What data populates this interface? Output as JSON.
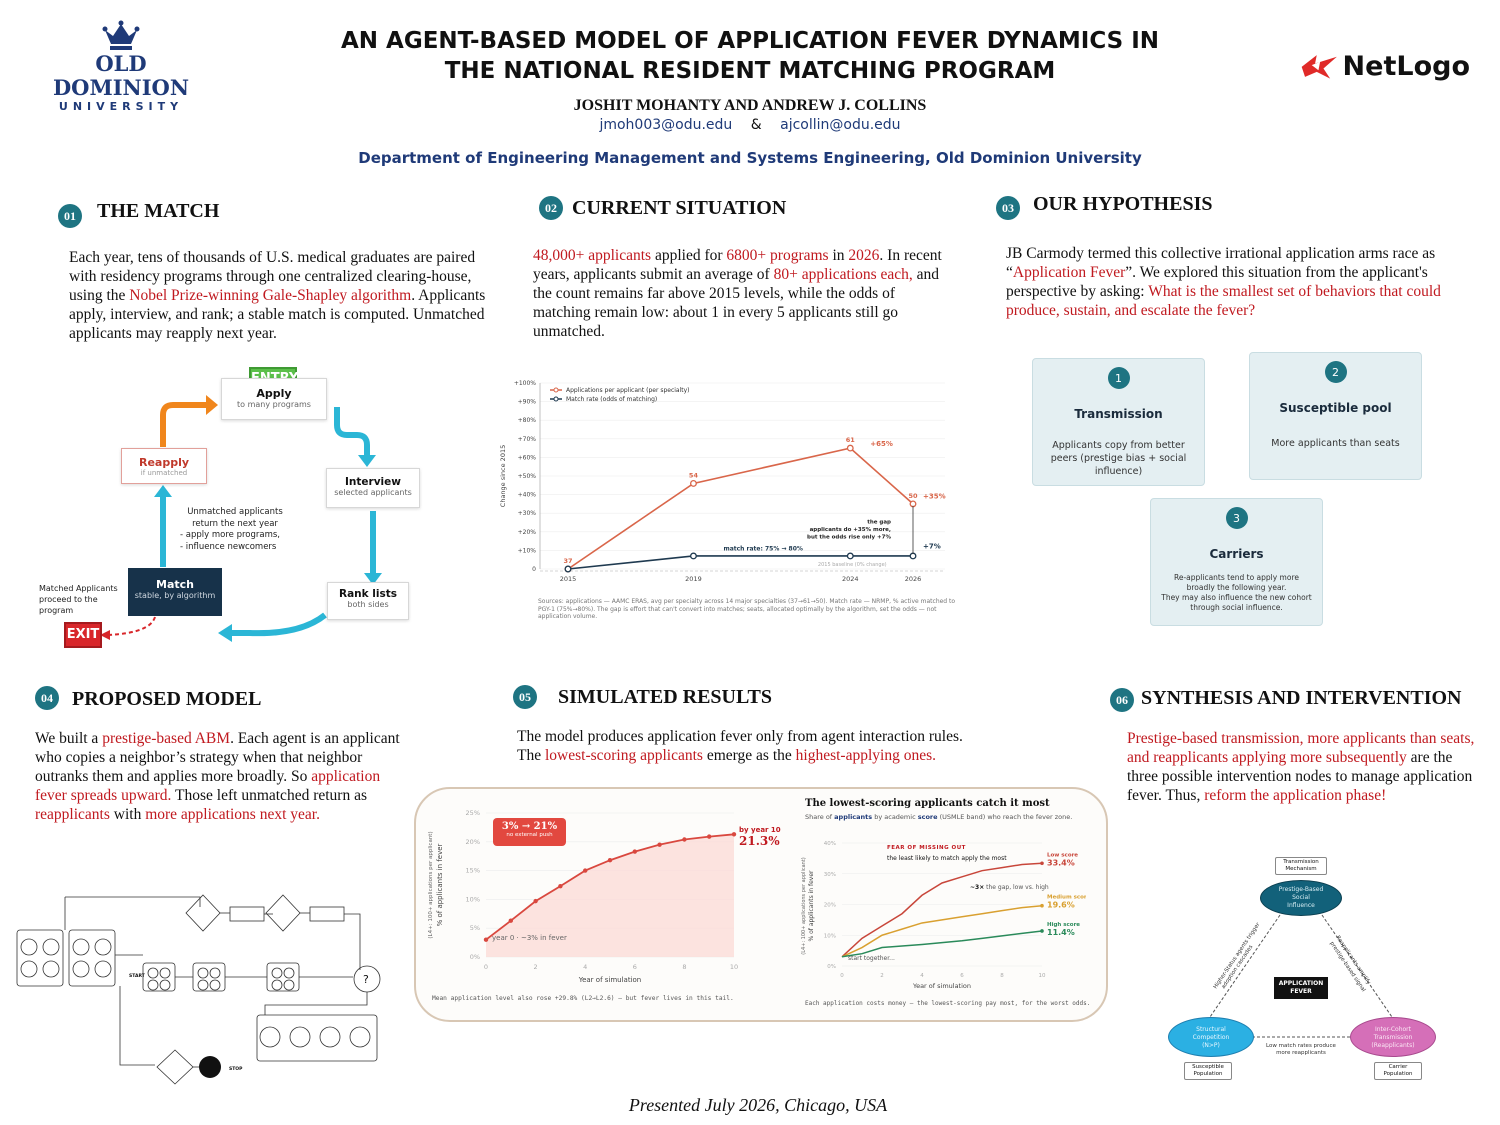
{
  "header": {
    "logo_text_1": "OLD DOMINION",
    "logo_text_2": "UNIVERSITY",
    "title_line1": "AN AGENT-BASED MODEL OF APPLICATION FEVER DYNAMICS IN",
    "title_line2": "THE NATIONAL RESIDENT MATCHING PROGRAM",
    "authors": "JOSHIT MOHANTY AND ANDREW J. COLLINS",
    "email1": "jmoh003@odu.edu",
    "amp": "&",
    "email2": "ajcollin@odu.edu",
    "department": "Department of Engineering Management and Systems Engineering, Old Dominion University",
    "netlogo": "NetLogo"
  },
  "s1": {
    "num": "01",
    "heading": "THE MATCH",
    "t1": "Each year, tens of thousands of U.S. medical graduates are paired with residency programs through one centralized clearing-house, using the ",
    "t2": "Nobel Prize-winning Gale-Shapley algorithm",
    "t3": ". Applicants apply, interview, and rank; a stable match is computed. Unmatched applicants may reapply next year.",
    "entry": "ENTRY",
    "apply": "Apply",
    "apply_sub": "to many programs",
    "interview": "Interview",
    "interview_sub": "selected applicants",
    "rank": "Rank lists",
    "rank_sub": "both sides",
    "match": "Match",
    "match_sub": "stable, by algorithm",
    "reapply": "Reapply",
    "reapply_sub": "if unmatched",
    "note1": "Unmatched applicants",
    "note2": "return the next year",
    "note3": "- apply more programs,",
    "note4": "- influence newcomers",
    "matched1": "Matched Applicants",
    "matched2": "proceed to the",
    "matched3": "program",
    "exit": "EXIT"
  },
  "s2": {
    "num": "02",
    "heading": "CURRENT SITUATION",
    "t1": "48,000+ applicants",
    "t2": " applied for ",
    "t3": "6800+ programs",
    "t4": " in ",
    "t5": "2026",
    "t6": ". In recent years, applicants submit an average of ",
    "t7": "80+ applications each,",
    "t8": " and the count remains far above 2015 levels, while the odds of matching remain low: about 1 in every 5 applicants still go unmatched.",
    "source": "Sources: applications — AAMC ERAS, avg per specialty across 14 major specialties (37→61→50). Match rate — NRMP, % active matched to PGY-1 (75%→80%). The gap is effort that can't convert into matches; seats, allocated optimally by the algorithm, set the odds — not application volume."
  },
  "s3": {
    "num": "03",
    "heading": "OUR HYPOTHESIS",
    "t1": "JB Carmody termed this collective irrational application arms race as “",
    "t2": "Application Fever",
    "t3": "”. We explored this situation from the applicant's perspective by asking: ",
    "t4": "What is the smallest set of behaviors that could produce, sustain, and escalate the fever?",
    "b1n": "1",
    "b1t": "Transmission",
    "b1d": "Applicants copy from better peers (prestige bias + social influence)",
    "b2n": "2",
    "b2t": "Susceptible pool",
    "b2d": "More applicants than seats",
    "b3n": "3",
    "b3t": "Carriers",
    "b3d1": "Re-applicants tend to apply more broadly the following year.",
    "b3d2": "They may also influence the new cohort through social influence."
  },
  "s4": {
    "num": "04",
    "heading": "PROPOSED MODEL",
    "t1": "We built a ",
    "t2": "prestige-based ABM",
    "t3": ". Each agent is an applicant who copies a neighbor’s strategy when that neighbor outranks them and applies more broadly. So ",
    "t4": "application fever spreads upward.",
    "t5": " Those left unmatched return as ",
    "t6": "reapplicants",
    "t7": " with ",
    "t8": "more applications next year.",
    "start": "START",
    "stop": "STOP",
    "q": "?"
  },
  "s5": {
    "num": "05",
    "heading": "SIMULATED RESULTS",
    "t1": "The model produces application fever only from agent interaction rules. The ",
    "t2": "lowest-scoring applicants",
    "t3": " emerge as the ",
    "t4": "highest-applying ones.",
    "badge": "3% → 21%",
    "badge_sub": "no external push",
    "end_label": "by year 10",
    "end_value": "21.3%",
    "start_label": "year 0 · ~3% in fever",
    "foot1": "Mean application level also rose +29.8% (L2→L2.6) — but fever lives in this tail.",
    "c2_title": "The lowest-scoring applicants catch it most",
    "c2_sub1": "Share of ",
    "c2_sub2": "applicants",
    "c2_sub3": " by academic ",
    "c2_sub4": "score",
    "c2_sub5": " (USMLE band) who reach the fever zone.",
    "fomo": "FEAR OF MISSING OUT",
    "fomo_sub": "the least likely to match apply the most",
    "gap": "~3×",
    "gap_sub": " the gap, low vs. high",
    "start_together": "start together...",
    "foot2": "Each application costs money — the lowest-scoring pay most, for the worst odds."
  },
  "s6": {
    "num": "06",
    "heading": "SYNTHESIS AND INTERVENTION",
    "t1": "Prestige-based transmission, more applicants than seats, and reapplicants applying more subsequently",
    "t2": " are the three possible intervention nodes to manage application fever. Thus, ",
    "t3": "reform the application phase!",
    "top_label1": "Transmission",
    "top_label2": "Mechanism",
    "top_node1": "Prestige-Based",
    "top_node2": "Social",
    "top_node3": "Influence",
    "center1": "APPLICATION",
    "center2": "FEVER",
    "left_node1": "Structural",
    "left_node2": "Competition",
    "left_node3": "(N>P)",
    "right_node1": "Inter-Cohort",
    "right_node2": "Transmission",
    "right_node3": "(Reapplicants)",
    "left_label1": "Susceptible",
    "left_label2": "Population",
    "right_label1": "Carrier",
    "right_label2": "Population",
    "edge_left1": "Higher-Status agents trigger",
    "edge_left2": "adoption cascades",
    "edge_right1": "Reapplicants amplify",
    "edge_right2": "prestige-based signal",
    "edge_bottom1": "Low match rates produce",
    "edge_bottom2": "more reapplicants"
  },
  "footer": "Presented July 2026, Chicago, USA",
  "chart_data": [
    {
      "type": "line",
      "x": [
        2015,
        2019,
        2024,
        2026
      ],
      "xlabel": "",
      "ylabel": "Change since 2015",
      "ylim": [
        0,
        100
      ],
      "yticks": [
        "0",
        "+10%",
        "+20%",
        "+30%",
        "+40%",
        "+50%",
        "+60%",
        "+70%",
        "+80%",
        "+90%",
        "+100%"
      ],
      "series": [
        {
          "name": "Applications per applicant (per specialty)",
          "values": [
            0,
            46,
            65,
            35
          ],
          "labels": [
            "37",
            "54",
            "61",
            "50"
          ],
          "color": "#d9664a"
        },
        {
          "name": "Match rate (odds of matching)",
          "values": [
            0,
            7,
            7,
            7
          ],
          "color": "#1f3a50"
        }
      ],
      "annotations": [
        "+65%",
        "+35%",
        "+7%",
        "match rate: 75% → 80%",
        "the gap",
        "applicants do +35% more,",
        "but the odds rise only +7%",
        "2015 baseline (0% change)"
      ],
      "legend": "top-left"
    },
    {
      "type": "area",
      "x": [
        0,
        1,
        2,
        3,
        4,
        5,
        6,
        7,
        8,
        9,
        10
      ],
      "values": [
        3,
        6.3,
        9.7,
        12.3,
        15,
        16.8,
        18.3,
        19.5,
        20.4,
        20.9,
        21.3
      ],
      "xlabel": "Year of simulation",
      "ylabel": "% of applicants in fever",
      "ylabel2": "(L4+: 100+ applications per applicant)",
      "ylim": [
        0,
        25
      ],
      "yticks": [
        "0%",
        "5%",
        "10%",
        "15%",
        "20%",
        "25%"
      ],
      "color": "#d9483f"
    },
    {
      "type": "line",
      "x": [
        0,
        1,
        2,
        3,
        4,
        5,
        6,
        7,
        8,
        9,
        10
      ],
      "xlabel": "Year of simulation",
      "ylabel": "% of applicants in fever",
      "ylabel2": "(L4+: 100+ applications per applicant)",
      "ylim": [
        0,
        40
      ],
      "yticks": [
        "0%",
        "10%",
        "20%",
        "30%",
        "40%"
      ],
      "series": [
        {
          "name": "Low score",
          "label": "33.4%",
          "values": [
            3,
            9,
            13,
            17,
            23,
            27,
            29,
            31,
            32,
            33,
            33.4
          ],
          "color": "#c8463a"
        },
        {
          "name": "Medium score",
          "label": "19.6%",
          "values": [
            3,
            6,
            10,
            12,
            14,
            15,
            16,
            17,
            18,
            19,
            19.6
          ],
          "color": "#d9a030"
        },
        {
          "name": "High score",
          "label": "11.4%",
          "values": [
            3,
            4,
            6,
            6.5,
            7,
            7.6,
            8.2,
            9,
            9.8,
            10.6,
            11.4
          ],
          "color": "#2a8a5a"
        }
      ]
    }
  ]
}
